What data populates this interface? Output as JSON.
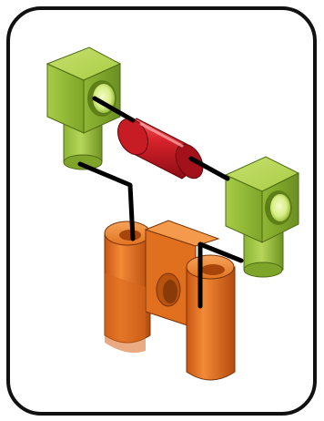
{
  "diagram": {
    "components": [
      {
        "id": "green-block-left",
        "kind": "green-l-bracket",
        "color": "#9bc23c"
      },
      {
        "id": "red-cylinder",
        "kind": "red-cylinder",
        "color": "#d4202a"
      },
      {
        "id": "green-block-right",
        "kind": "green-l-bracket",
        "color": "#9bc23c"
      },
      {
        "id": "orange-holder",
        "kind": "orange-double-socket",
        "color": "#e8701e"
      }
    ],
    "connectors": [
      "green-left-to-red",
      "red-to-green-right",
      "green-left-to-orange",
      "green-right-to-orange"
    ],
    "frame": {
      "border_color": "#111111",
      "background": "#ffffff"
    }
  }
}
